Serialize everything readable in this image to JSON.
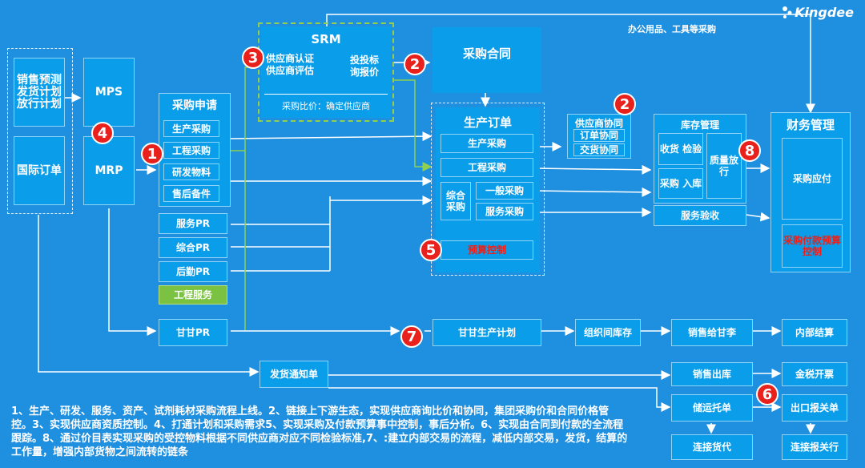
{
  "logo": {
    "text": "Kingdee"
  },
  "top_note": "办公用品、工具等采购",
  "left": {
    "plan": "销售预测 发货计划 放行计划",
    "intl_order": "国际订单",
    "mps": "MPS",
    "mrp": "MRP"
  },
  "srm": {
    "title": "SRM",
    "line1": "供应商认证",
    "line2": "供应商评估",
    "bid1": "投投标",
    "bid2": "询报价",
    "compare": "采购比价：确定供应商"
  },
  "contract": "采购合同",
  "purchase_request": {
    "title": "采购申请",
    "items": [
      "生产采购",
      "工程采购",
      "研发物料",
      "售后备件"
    ]
  },
  "pr_boxes": [
    "服务PR",
    "综合PR",
    "后勤PR"
  ],
  "eng_service": "工程服务",
  "gangan_pr": "甘甘PR",
  "production_order": {
    "title": "生产订单",
    "prod": "生产采购",
    "eng": "工程采购",
    "general": "综合 采购",
    "normal": "一般采购",
    "service": "服务采购",
    "budget": "预算控制"
  },
  "supplier_collab": {
    "title": "供应商协同",
    "order": "订单协同",
    "delivery": "交货协同"
  },
  "inventory": {
    "title": "库存管理",
    "receive": "收货 检验",
    "in": "采购 入库",
    "quality": "质量放 行",
    "service_accept": "服务验收"
  },
  "finance": {
    "title": "财务管理",
    "payable": "采购应付",
    "budget": "采购付款预算控制"
  },
  "flow_bottom": {
    "plan": "甘甘生产计划",
    "stock": "组织间库存",
    "sale": "销售给甘李",
    "settle": "内部结算",
    "notice": "发货通知单",
    "out": "销售出库",
    "tax": "金税开票",
    "ship": "储运托单",
    "customs": "出口报关单",
    "goods": "连接货代",
    "broker": "连接报关行"
  },
  "badges": [
    "3",
    "2",
    "4",
    "1",
    "2",
    "8",
    "5",
    "7",
    "6"
  ],
  "note": "1、生产、研发、服务、资产、试剂耗材采购流程上线。2、链接上下游生态，实现供应商询比价和协同，集团采购价和合同价格管控。3、实现供应商资质控制。4、打通计划和采购需求5、实现采购及付款预算事中控制，事后分析。6、实现由合同到付款的全流程跟踪。8、通过价目表实现采购的受控物料根据不同供应商对应不同检验标准,7、:建立内部交易的流程，减低内部交易，发货，结算的工作量，增强内部货物之间流转的链条"
}
